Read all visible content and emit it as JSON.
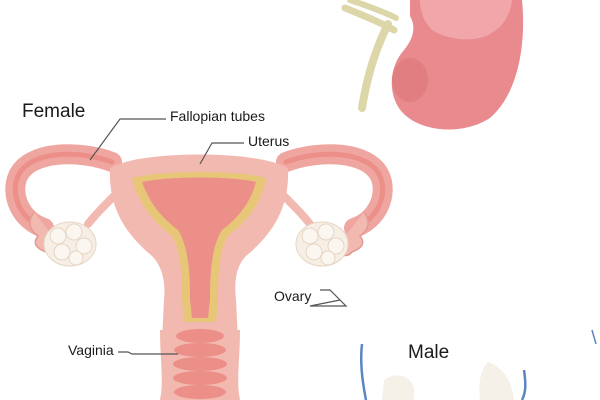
{
  "headings": {
    "female": "Female",
    "male": "Male"
  },
  "labels": {
    "fallopian_tubes": "Fallopian tubes",
    "uterus": "Uterus",
    "ovary": "Ovary",
    "vaginia": "Vaginia"
  },
  "colors": {
    "uterus_fill": "#f2b9b0",
    "uterus_inner": "#ec8f88",
    "endometrium": "#e7c678",
    "ovary_fill": "#f7efe6",
    "kidney": "#e88a8e",
    "ureter": "#dcd6a8",
    "male_outline": "#5b86c2"
  }
}
